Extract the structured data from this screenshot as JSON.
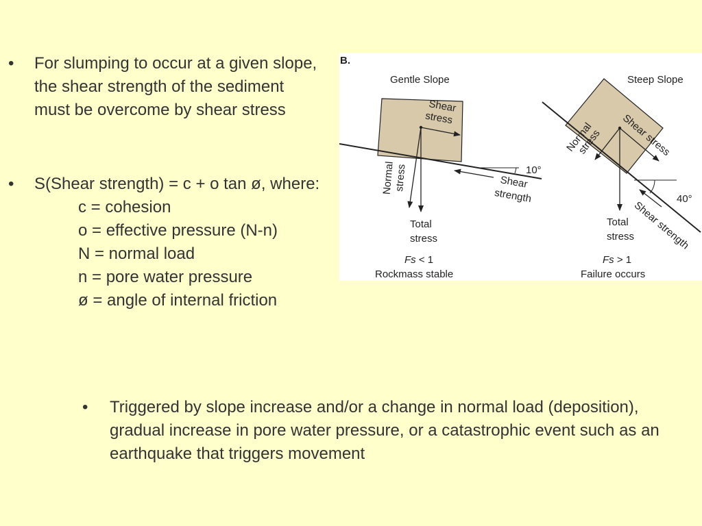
{
  "bullets": {
    "slumping": {
      "marker": "•",
      "text": " For slumping to occur at a given slope, the shear strength of the sediment must be overcome by shear stress"
    },
    "formula": {
      "marker": "•",
      "text": "S(Shear strength) =  c + o tan ø, where:",
      "definitions": [
        "c = cohesion",
        "o = effective pressure (N-n)",
        "N = normal load",
        "n = pore water pressure",
        "ø = angle of internal friction"
      ]
    },
    "trigger": {
      "marker": "•",
      "text": "Triggered by slope  increase and/or a change in normal load (deposition), gradual increase in pore water pressure, or a catastrophic event such as an earthquake that triggers movement"
    }
  },
  "figure": {
    "panel_label": "B.",
    "gentle": {
      "title": "Gentle Slope",
      "angle": "10°",
      "shear_stress": [
        "Shear",
        "stress"
      ],
      "normal_stress": [
        "Normal",
        "stress"
      ],
      "shear_strength": [
        "Shear",
        "strength"
      ],
      "total_stress": [
        "Total",
        "stress"
      ],
      "fs_symbol": "Fs",
      "fs_relation": " < 1",
      "outcome": "Rockmass stable"
    },
    "steep": {
      "title": "Steep Slope",
      "angle": "40°",
      "shear_stress": "Shear stress",
      "normal_stress": [
        "Normal",
        "stress"
      ],
      "shear_strength": "Shear strength",
      "total_stress": [
        "Total",
        "stress"
      ],
      "fs_symbol": "Fs",
      "fs_relation": " > 1",
      "outcome": "Failure occurs"
    }
  },
  "colors": {
    "background": "#ffffcc",
    "text": "#333333",
    "block_fill": "#d9c9ab",
    "line": "#222222"
  }
}
